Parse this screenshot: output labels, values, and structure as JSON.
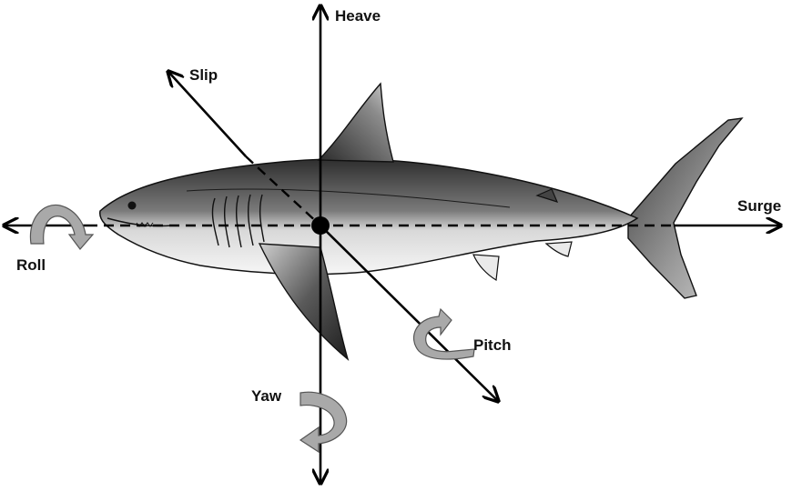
{
  "diagram": {
    "labels": {
      "heave": "Heave",
      "slip": "Slip",
      "surge": "Surge",
      "roll": "Roll",
      "pitch": "Pitch",
      "yaw": "Yaw"
    },
    "colors": {
      "axis": "#000000",
      "rotation_arrow_fill": "#a9a9a9",
      "rotation_arrow_stroke": "#555555",
      "shark_dark": "#3a3a3a",
      "shark_mid": "#8a8a8a",
      "shark_belly": "#f7f7f7",
      "outline": "#111111"
    }
  }
}
